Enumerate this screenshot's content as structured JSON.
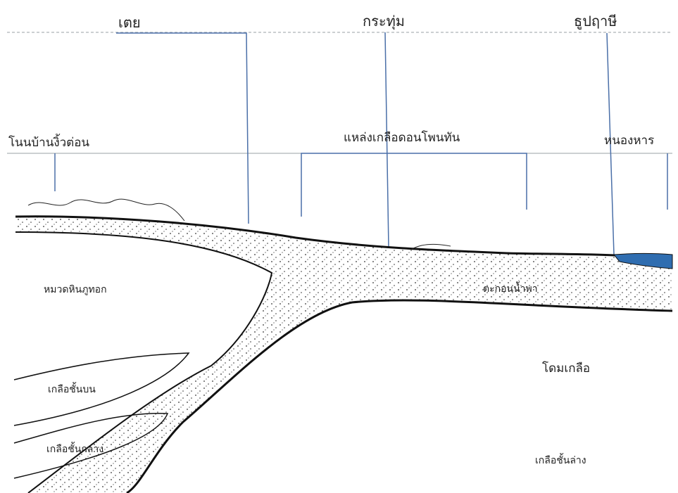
{
  "colors": {
    "ink": "#111111",
    "guide_line": "#4a6fa8",
    "dashed_line": "#9aa0a6",
    "water": "#2f6db0",
    "sediment_dot": "#333333"
  },
  "top_plants": {
    "toei": "เตย",
    "krathum": "กระทุ่ม",
    "thuup_rue_si": "ธูปฤาษี"
  },
  "locations": {
    "non_ban_ngiu_ton": "โนนบ้านงิ้วต่อน",
    "salt_source": "แหล่งเกลือดอนโพนทัน",
    "nong_han": "หนองหาร"
  },
  "layers": {
    "phu_thok": "หมวดหินภูทอก",
    "upper_salt": "เกลือชั้นบน",
    "middle_salt": "เกลือชั้นกลาง",
    "water_sediment": "ตะกอนน้ำพา",
    "salt_dome": "โดมเกลือ",
    "lower_salt": "เกลือชั้นล่าง"
  }
}
